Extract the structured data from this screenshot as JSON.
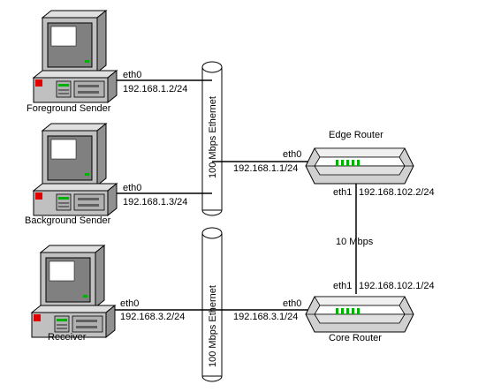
{
  "hosts": [
    {
      "name": "Foreground Sender",
      "iface": "eth0",
      "ip": "192.168.1.2/24"
    },
    {
      "name": "Background Sender",
      "iface": "eth0",
      "ip": "192.168.1.3/24"
    },
    {
      "name": "Receiver",
      "iface": "eth0",
      "ip": "192.168.3.2/24"
    }
  ],
  "buses": [
    {
      "label": "100 Mbps Ethernet"
    },
    {
      "label": "100 Mbps Ethernet"
    }
  ],
  "routers": [
    {
      "name": "Edge Router",
      "lan_iface": "eth0",
      "lan_ip": "192.168.1.1/24",
      "wan_iface": "eth1",
      "wan_ip": "192.168.102.2/24"
    },
    {
      "name": "Core Router",
      "lan_iface": "eth0",
      "lan_ip": "192.168.3.1/24",
      "wan_iface": "eth1",
      "wan_ip": "192.168.102.1/24"
    }
  ],
  "link": {
    "label": "10 Mbps"
  },
  "colors": {
    "accent_red": "#e00000",
    "led_green": "#00b000",
    "device_gray": "#c0c0c0",
    "screen_dark": "#808080"
  }
}
